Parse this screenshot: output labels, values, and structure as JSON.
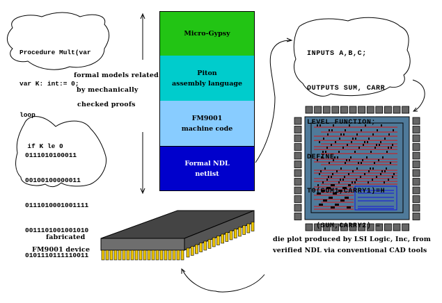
{
  "code_bubble": {
    "lines": [
      "Procedure Mult(var",
      "var K: int:= 0;",
      "loop",
      "  if K le 0"
    ]
  },
  "binary_bubble": {
    "lines": [
      "0111010100011",
      "00100100000011",
      "0111010001001111",
      "0011101001001010",
      "0101110111110011"
    ]
  },
  "caption_models": {
    "line1": "formal models related",
    "line2": "by mechanically",
    "line3": "checked proofs"
  },
  "stack": {
    "layers": [
      {
        "title": "Micro-Gypsy",
        "subtitle": "",
        "color": "#22c414",
        "text_color": "#000000"
      },
      {
        "title": "Piton",
        "subtitle": "assembly language",
        "color": "#00cccc",
        "text_color": "#000000"
      },
      {
        "title": "FM9001",
        "subtitle": "machine code",
        "color": "#88ccff",
        "text_color": "#000000"
      },
      {
        "title": "Formal NDL",
        "subtitle": "netlist",
        "color": "#0000cc",
        "text_color": "#ffffff"
      }
    ]
  },
  "ndl_bubble": {
    "lines": [
      "INPUTS A,B,C;",
      "OUTPUTS SUM, CARR",
      "LEVEL FUNCTION;",
      "DEFINE",
      "T0(SUM1,CARRY1)=H",
      "  (SUM,CARRY2) ="
    ]
  },
  "die_plot": {
    "pad_color": "#666666",
    "package_color": "#4f7a9a",
    "route_color": "#dd1111",
    "block_color": "#1111dd",
    "caption_line1": "die plot produced by LSI Logic, Inc, from",
    "caption_line2": "verified NDL via conventional CAD tools"
  },
  "chip": {
    "body_color": "#444444",
    "pin_color": "#f0c800",
    "caption_line1": "fabricated",
    "caption_line2": "FM9001 device"
  }
}
